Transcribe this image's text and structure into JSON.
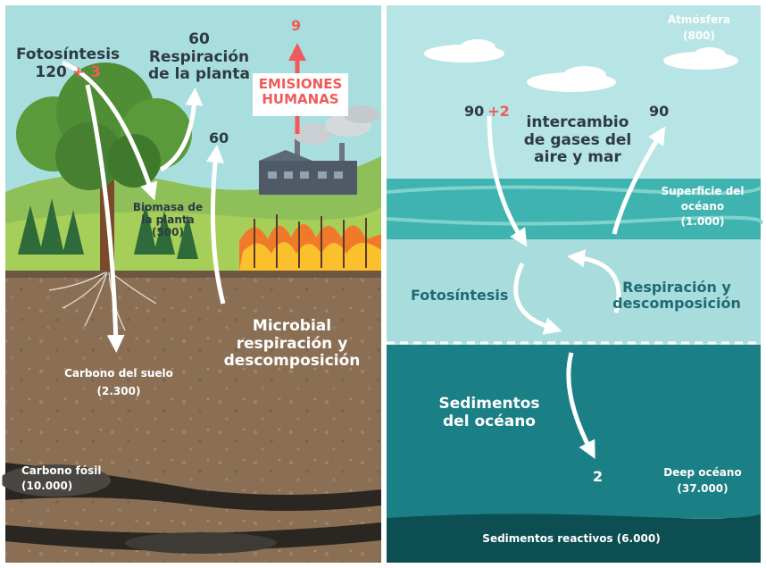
{
  "left": {
    "fotosintesis": {
      "label": "Fotosíntesis",
      "value": "120",
      "extra": "+ 3"
    },
    "respiracion_planta": {
      "value": "60",
      "label_1": "Respiración",
      "label_2": "de la planta"
    },
    "emisiones": {
      "value": "9",
      "label_1": "EMISIONES",
      "label_2": "HUMANAS"
    },
    "microbial_value": "60",
    "biomasa": {
      "label_1": "Biomasa de",
      "label_2": "la planta",
      "value": "(500)"
    },
    "microbial": {
      "label_1": "Microbial",
      "label_2": "respiración y",
      "label_3": "descomposición"
    },
    "carbono_suelo": {
      "label": "Carbono del suelo",
      "value": "(2.300)"
    },
    "carbono_fosil": {
      "label": "Carbono fósil",
      "value": "(10.000)"
    }
  },
  "right": {
    "atmosfera": {
      "label": "Atmósfera",
      "value": "(800)"
    },
    "intercambio_in": {
      "value": "90",
      "extra": "+2"
    },
    "intercambio_label": {
      "line_1": "intercambio",
      "line_2": "de gases del",
      "line_3": "aire y mar"
    },
    "intercambio_out": "90",
    "superficie": {
      "label_1": "Superficie del",
      "label_2": "océano",
      "value": "(1.000)"
    },
    "fotosintesis": "Fotosíntesis",
    "respiracion": {
      "line_1": "Respiración y",
      "line_2": "descomposición"
    },
    "sedimentos_oceano": {
      "line_1": "Sedimentos",
      "line_2": "del océano"
    },
    "flujo_sedimentos": "2",
    "deep": {
      "label": "Deep océano",
      "value": "(37.000)"
    },
    "sedimentos_reactivos": "Sedimentos reactivos (6.000)"
  },
  "colors": {
    "sky_left": "#a9dede",
    "sky_right": "#b7e4e4",
    "grass": "#a6cf5a",
    "soil": "#8a6f55",
    "surface_water": "#3fb3b0",
    "deep_water": "#1b7f86",
    "seabed": "#0d4e53",
    "accent_red": "#f05a5a",
    "text_dark": "#2e3a44",
    "text_teal": "#1f6b73"
  }
}
